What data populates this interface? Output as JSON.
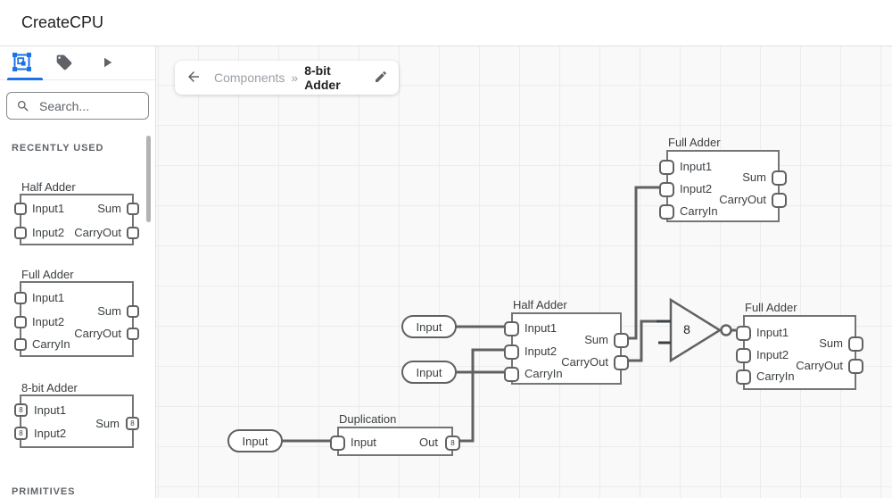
{
  "header": {
    "title": "CreateCPU"
  },
  "sidebar": {
    "tabs": [
      {
        "name": "components",
        "icon": "component-select-icon",
        "active": true
      },
      {
        "name": "labels",
        "icon": "tag-icon",
        "active": false
      },
      {
        "name": "run",
        "icon": "play-icon",
        "active": false
      }
    ],
    "search_placeholder": "Search...",
    "recently_used_label": "RECENTLY USED",
    "primitives_label": "PRIMITIVES",
    "cards": [
      {
        "title": "Half Adder",
        "left": [
          {
            "label": "Input1"
          },
          {
            "label": "Input2"
          }
        ],
        "right": [
          {
            "label": "Sum"
          },
          {
            "label": "CarryOut"
          }
        ]
      },
      {
        "title": "Full Adder",
        "left": [
          {
            "label": "Input1"
          },
          {
            "label": "Input2"
          },
          {
            "label": "CarryIn"
          }
        ],
        "right": [
          {
            "label": "Sum"
          },
          {
            "label": "CarryOut"
          }
        ]
      },
      {
        "title": "8-bit Adder",
        "left": [
          {
            "label": "Input1",
            "bits": "8"
          },
          {
            "label": "Input2",
            "bits": "8"
          }
        ],
        "right": [
          {
            "label": "Sum",
            "bits": "8"
          }
        ]
      }
    ]
  },
  "breadcrumb": {
    "parent": "Components",
    "separator": "»",
    "current": "8-bit Adder"
  },
  "canvas": {
    "inputs": [
      {
        "label": "Input"
      },
      {
        "label": "Input"
      },
      {
        "label": "Input"
      }
    ],
    "nodes": [
      {
        "id": "full-adder-top",
        "title": "Full Adder",
        "left": [
          {
            "label": "Input1"
          },
          {
            "label": "Input2"
          },
          {
            "label": "CarryIn"
          }
        ],
        "right": [
          {
            "label": "Sum"
          },
          {
            "label": "CarryOut"
          }
        ]
      },
      {
        "id": "half-adder",
        "title": "Half Adder",
        "left": [
          {
            "label": "Input1"
          },
          {
            "label": "Input2"
          },
          {
            "label": "CarryIn"
          }
        ],
        "right": [
          {
            "label": "Sum"
          },
          {
            "label": "CarryOut"
          }
        ]
      },
      {
        "id": "duplication",
        "title": "Duplication",
        "left": [
          {
            "label": "Input"
          }
        ],
        "right": [
          {
            "label": "Out",
            "bits": "8"
          }
        ]
      },
      {
        "id": "full-adder-right",
        "title": "Full Adder",
        "left": [
          {
            "label": "Input1"
          },
          {
            "label": "Input2"
          },
          {
            "label": "CarryIn"
          }
        ],
        "right": [
          {
            "label": "Sum"
          },
          {
            "label": "CarryOut"
          }
        ]
      }
    ],
    "gate": {
      "label": "8"
    },
    "colors": {
      "accent": "#1a73e8",
      "wire": "#616161",
      "node_border": "#757575",
      "grid_line": "#ececec"
    }
  }
}
